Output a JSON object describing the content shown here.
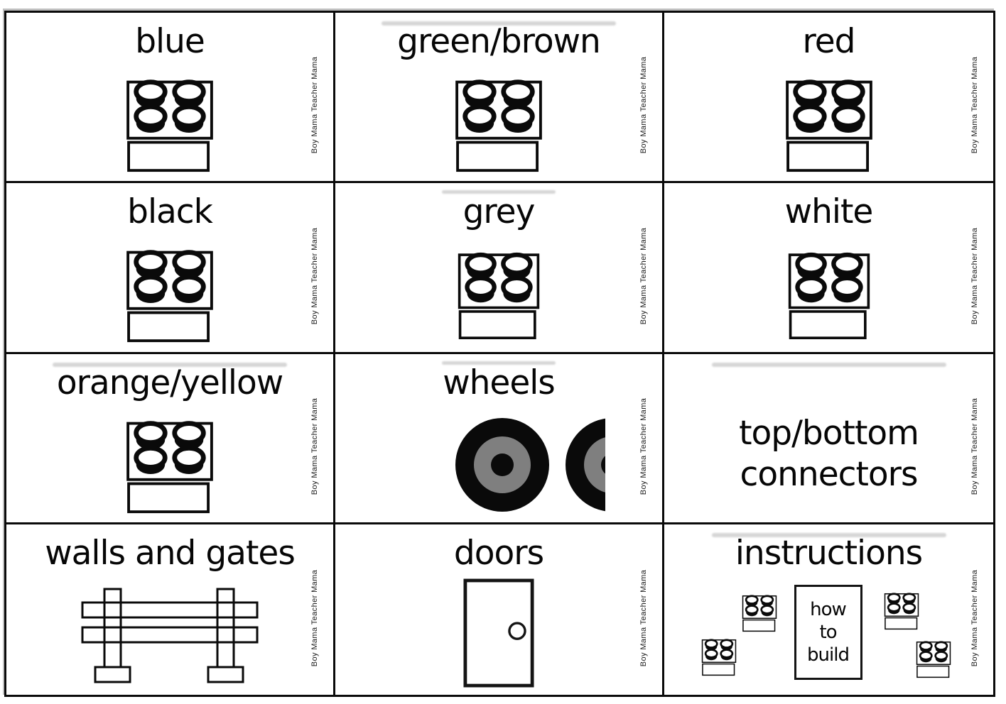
{
  "page": {
    "background": "#ffffff",
    "grid_border_color": "#000000",
    "rows": 4,
    "columns": 3
  },
  "watermark": "Boy Mama Teacher Mama",
  "colors": {
    "ink": "#000000",
    "wheel_grey": "#7f7f7f",
    "scan_smudge": "#d6d6d6"
  },
  "cards": [
    {
      "title": "blue",
      "icon": "lego-brick"
    },
    {
      "title": "green/brown",
      "icon": "lego-brick"
    },
    {
      "title": "red",
      "icon": "lego-brick"
    },
    {
      "title": "black",
      "icon": "lego-brick"
    },
    {
      "title": "grey",
      "icon": "lego-brick"
    },
    {
      "title": "white",
      "icon": "lego-brick"
    },
    {
      "title": "orange/yellow",
      "icon": "lego-brick"
    },
    {
      "title": "wheels",
      "icon": "wheels"
    },
    {
      "title": "top/bottom connectors",
      "icon": "none"
    },
    {
      "title": "walls and gates",
      "icon": "fence"
    },
    {
      "title": "doors",
      "icon": "door"
    },
    {
      "title": "instructions",
      "icon": "instructions",
      "box_lines": [
        "how",
        "to",
        "build"
      ]
    }
  ]
}
